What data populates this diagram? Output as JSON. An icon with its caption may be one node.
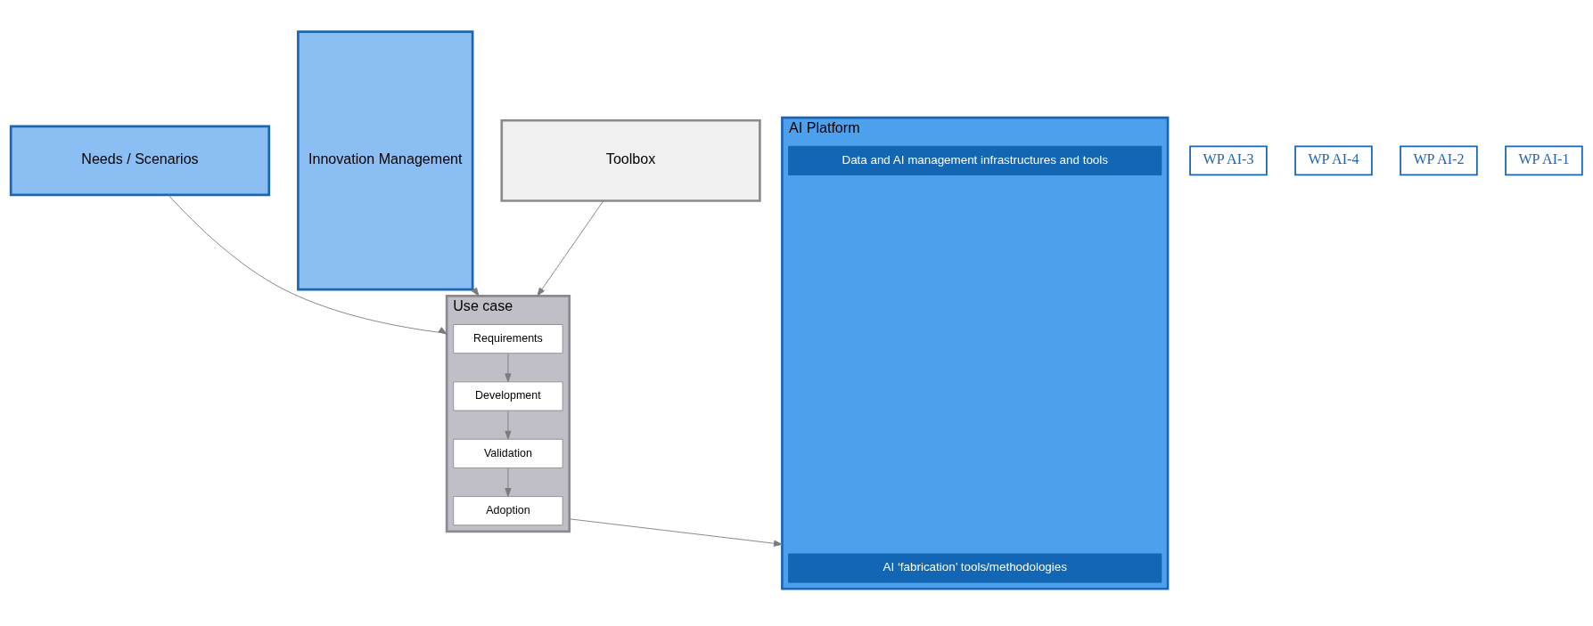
{
  "diagram": {
    "nodes": [
      {
        "text": [
          "Needs / Scenarios"
        ]
      },
      {
        "text": [
          "WP AI-3"
        ]
      },
      {
        "text": [
          "Use case"
        ]
      },
      {
        "text": [
          "Requirements"
        ],
        "in": 2
      },
      {
        "text": [
          "Development"
        ],
        "in": 2
      },
      {
        "text": [
          "Validation"
        ],
        "in": 2
      },
      {
        "text": [
          "Adoption"
        ],
        "in": 2
      },
      {
        "text": [
          "Innovation Management"
        ]
      },
      {
        "text": [
          "WP AI-4"
        ]
      },
      {
        "text": [
          "Toolbox"
        ]
      },
      {
        "text": [
          "WP AI-2"
        ]
      },
      {
        "text": [
          "AI Platform"
        ]
      },
      {
        "text": [
          "AI ‘fabrication’ tools/methodologies"
        ],
        "in": 11
      },
      {
        "text": [
          "Data and AI management infrastructures and tools"
        ],
        "in": 11
      },
      {
        "text": [
          "WP AI-1"
        ]
      }
    ],
    "edges": [
      {
        "from": 0,
        "to": 2,
        "arrow": "to"
      },
      {
        "from": 7,
        "to": 2,
        "arrow": "to"
      },
      {
        "from": 9,
        "to": 2,
        "arrow": "to"
      },
      {
        "from": 3,
        "to": 4,
        "arrow": "to"
      },
      {
        "from": 4,
        "to": 5,
        "arrow": "to"
      },
      {
        "from": 5,
        "to": 6,
        "arrow": "to"
      },
      {
        "from": 2,
        "to": 11,
        "arrow": "to"
      }
    ]
  }
}
